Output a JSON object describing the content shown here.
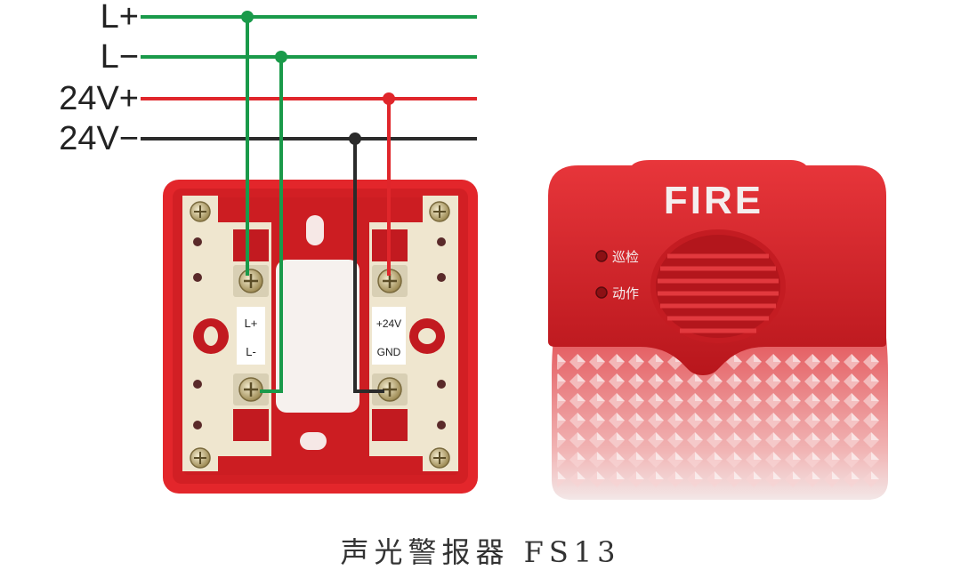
{
  "wiring": {
    "lines": [
      {
        "label": "L+",
        "color": "#1a9a4a"
      },
      {
        "label": "L−",
        "color": "#1a9a4a"
      },
      {
        "label": "24V+",
        "color": "#e0262b"
      },
      {
        "label": "24V−",
        "color": "#2b2b2b"
      }
    ]
  },
  "base": {
    "left_terminal_labels": [
      "L+",
      "L-"
    ],
    "right_terminal_labels": [
      "+24V",
      "GND"
    ],
    "color": "#e3262b"
  },
  "device": {
    "front_text": "FIRE",
    "indicator_labels": [
      "巡检",
      "动作"
    ],
    "color": "#d9232a"
  },
  "caption": "声光警报器 FS13"
}
